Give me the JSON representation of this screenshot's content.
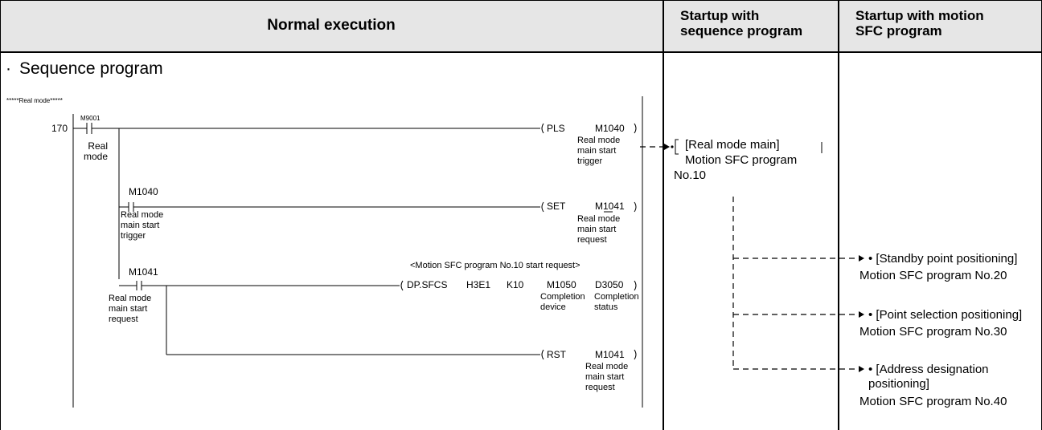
{
  "header": {
    "normal_execution": "Normal execution",
    "startup_sequence": "Startup with\nsequence program",
    "startup_sfc": "Startup with motion\nSFC program"
  },
  "ladder": {
    "bullet": "·",
    "section_title": "Sequence program",
    "mode_comment": "*****Real mode*****",
    "step_number": "170",
    "rung1": {
      "contact": "M9001",
      "contact_comment": "Real\nmode",
      "instruction": "PLS",
      "operand": "M1040",
      "operand_comment": "Real mode\nmain start\ntrigger"
    },
    "rung2": {
      "contact": "M1040",
      "contact_comment": "Real mode\nmain start\ntrigger",
      "instruction": "SET",
      "operand": "M1041",
      "operand_comment": "Real mode\nmain start\nrequest"
    },
    "rung3": {
      "annotation": "<Motion SFC program No.10 start request>",
      "contact": "M1041",
      "contact_comment": "Real mode\nmain start\nrequest",
      "instruction": "DP.SFCS",
      "operands": [
        "H3E1",
        "K10",
        "M1050",
        "D3050"
      ],
      "completion_device": "Completion\ndevice",
      "completion_status": "Completion\nstatus",
      "rst_instruction": "RST",
      "rst_operand": "M1041",
      "rst_comment": "Real mode\nmain start\nrequest"
    }
  },
  "sequence_startup": {
    "program_name": "[Real mode main]",
    "program_line": "Motion SFC program",
    "program_no": "No.10"
  },
  "sfc_startup": {
    "items": [
      {
        "name": "• [Standby point positioning]",
        "program": "Motion SFC program No.20"
      },
      {
        "name": "• [Point selection positioning]",
        "program": "Motion SFC program No.30"
      },
      {
        "name": "• [Address designation\npositioning]",
        "program": "Motion SFC program No.40"
      }
    ]
  }
}
